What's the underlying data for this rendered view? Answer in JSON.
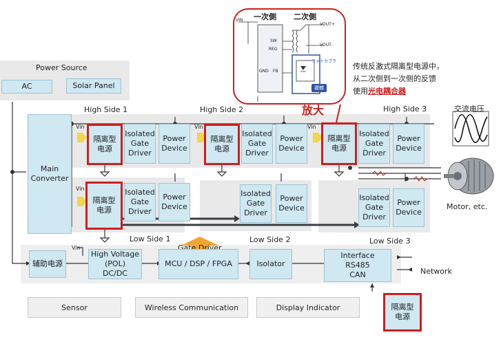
{
  "power_source": {
    "title": "Power Source",
    "ac": "AC",
    "solar": "Solar Panel"
  },
  "main_converter": "Main\nConverter",
  "high_side": {
    "labels": [
      "High Side 1",
      "High Side 2",
      "High Side 3"
    ]
  },
  "low_side": {
    "labels": [
      "Low Side 1",
      "Low Side 2",
      "Low Side 3"
    ]
  },
  "blocks": {
    "isolated_psu": "隔离型\n电源",
    "gate_driver": "Isolated\nGate\nDriver",
    "power_device": "Power\nDevice",
    "vin": "Vin"
  },
  "bottom_chain": {
    "aux_psu": "辅助电源",
    "high_voltage": "High Voltage\n(POL)\nDC/DC",
    "mcu": "MCU / DSP / FPGA",
    "isolator": "Isolator",
    "interface": "Interface\nRS485\nCAN",
    "network": "Network",
    "gate_driver_arrow": "Gate  Driver"
  },
  "peripherals": {
    "sensor": "Sensor",
    "wireless": "Wireless Communication",
    "display": "Display Indicator"
  },
  "callout": {
    "primary": "一次側",
    "secondary": "二次側",
    "vin": "VIN",
    "sw": "SW",
    "reg": "REG",
    "gnd": "GND",
    "fb": "FB",
    "vout_plus": "VOUT+",
    "vout_minus": "VOUT-",
    "photocoupler": "フォトカプラ",
    "complex": "複雑",
    "zoom": "放大"
  },
  "description": {
    "line1": "传统反激式隔离型电源中，",
    "line2": "从二次侧到一次侧的反馈",
    "line3_prefix": "使用",
    "line3_highlight": "光电耦合器"
  },
  "motor": {
    "ac_voltage": "交流电压",
    "label": "Motor, etc."
  },
  "colors": {
    "block_fill": "#cfe8f2",
    "panel_fill": "#e9e9e9",
    "highlight_red": "#cc1f1f",
    "arrow_orange": "#f0a531",
    "vin_arrow": "#f2d64b"
  }
}
